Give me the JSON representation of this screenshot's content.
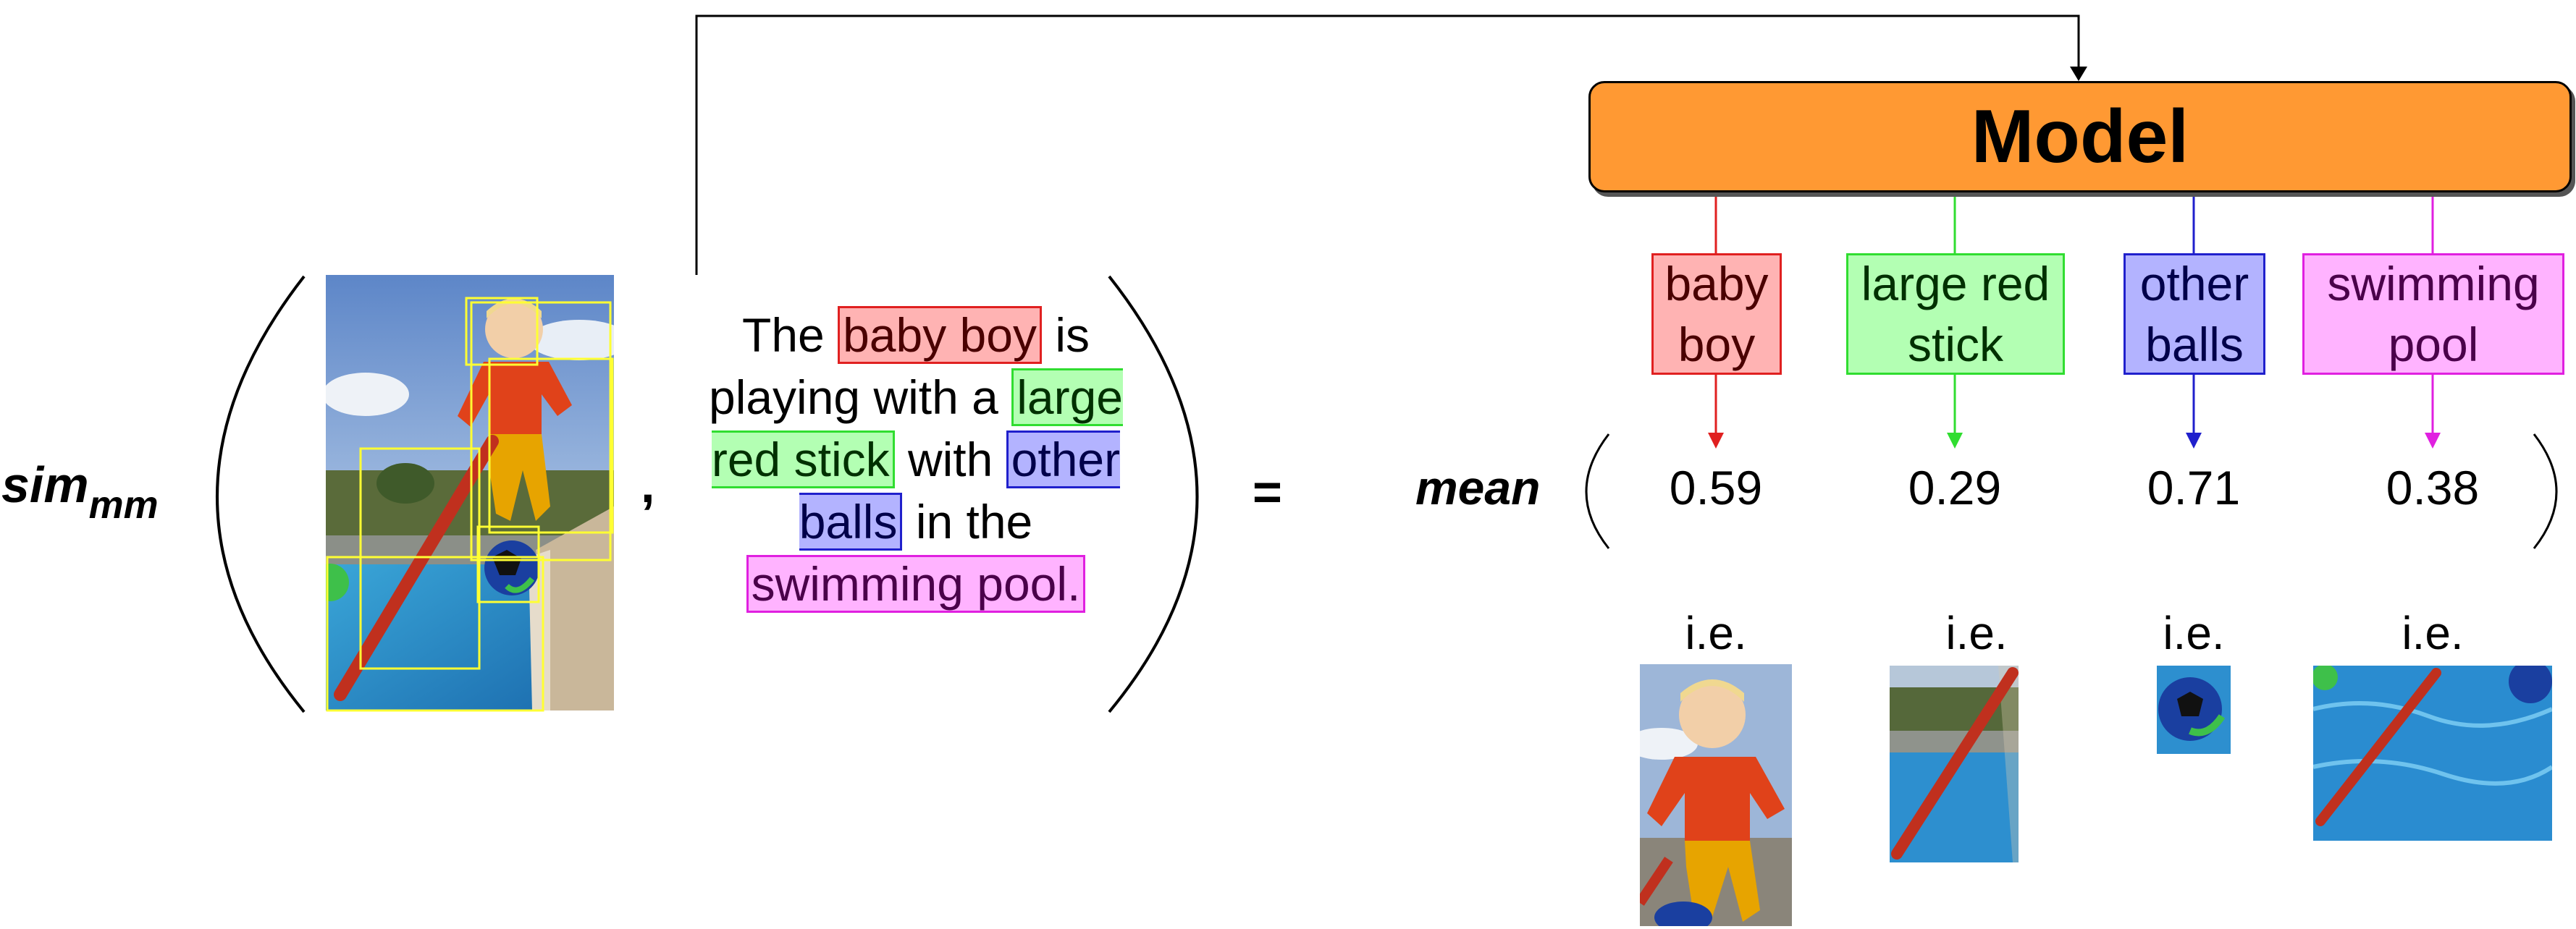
{
  "sim_label": "sim",
  "sim_subscript": "mm",
  "comma": ",",
  "equals": "=",
  "mean_label": "mean",
  "caption": {
    "t1": "The",
    "p1": "baby boy",
    "t2": "is playing with a",
    "p2": "large red stick",
    "t3": "with",
    "p3": "other balls",
    "t4": "in the",
    "p4": "swimming pool."
  },
  "model_label": "Model",
  "phrases": [
    {
      "line1": "baby",
      "line2": "boy",
      "score": "0.59",
      "ie": "i.e."
    },
    {
      "line1": "large red",
      "line2": "stick",
      "score": "0.29",
      "ie": "i.e."
    },
    {
      "line1": "other",
      "line2": "balls",
      "score": "0.71",
      "ie": "i.e."
    },
    {
      "line1": "swimming",
      "line2": "pool",
      "score": "0.38",
      "ie": "i.e."
    }
  ],
  "colors": {
    "red": "#e02020",
    "green": "#30dd30",
    "blue": "#2020cc",
    "magenta": "#e020e0",
    "model_fill": "#ff9933",
    "bbox_yellow": "#ffff33"
  }
}
